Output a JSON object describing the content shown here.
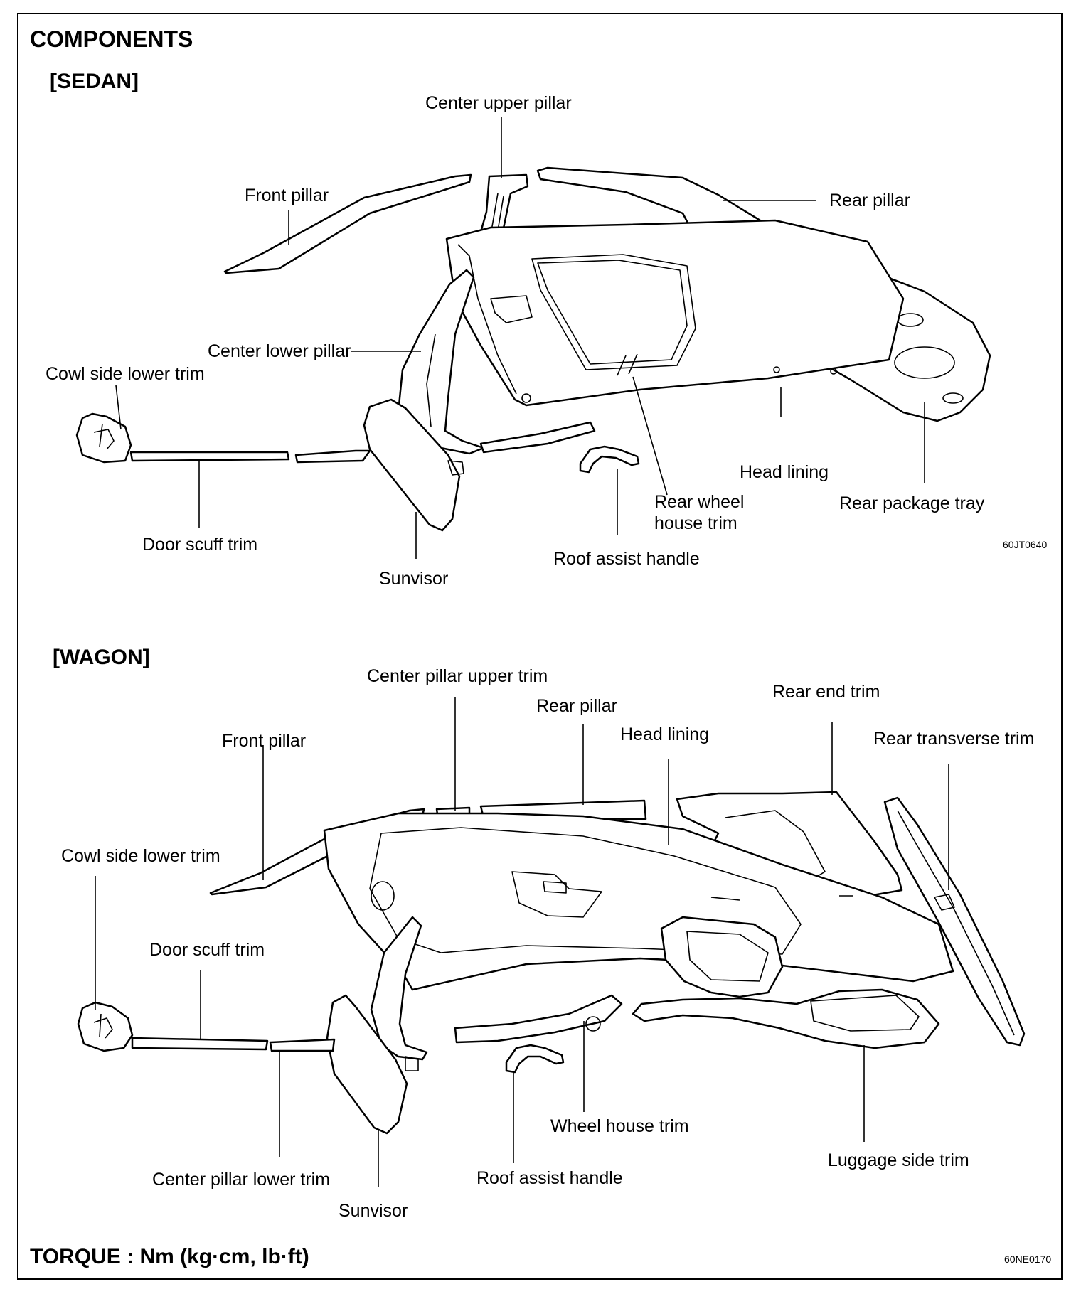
{
  "title": "COMPONENTS",
  "sedan": {
    "heading": "[SEDAN]",
    "code": "60JT0640",
    "labels": {
      "center_upper_pillar": "Center upper pillar",
      "front_pillar": "Front pillar",
      "rear_pillar": "Rear pillar",
      "center_lower_pillar": "Center lower pillar",
      "cowl_side_lower_trim": "Cowl side lower trim",
      "head_lining": "Head lining",
      "rear_wheel_house_trim_1": "Rear wheel",
      "rear_wheel_house_trim_2": "house trim",
      "rear_package_tray": "Rear package tray",
      "door_scuff_trim": "Door scuff trim",
      "roof_assist_handle": "Roof assist handle",
      "sunvisor": "Sunvisor"
    }
  },
  "wagon": {
    "heading": "[WAGON]",
    "code": "60NE0170",
    "labels": {
      "center_pillar_upper_trim": "Center pillar upper trim",
      "rear_pillar": "Rear pillar",
      "rear_end_trim": "Rear end trim",
      "head_lining": "Head lining",
      "front_pillar": "Front pillar",
      "rear_transverse_trim": "Rear transverse trim",
      "cowl_side_lower_trim": "Cowl side lower trim",
      "door_scuff_trim": "Door scuff trim",
      "wheel_house_trim": "Wheel house trim",
      "luggage_side_trim": "Luggage side trim",
      "center_pillar_lower_trim": "Center pillar lower trim",
      "roof_assist_handle": "Roof assist handle",
      "sunvisor": "Sunvisor"
    }
  },
  "footer": {
    "torque": "TORQUE : Nm (kg·cm, lb·ft)"
  }
}
